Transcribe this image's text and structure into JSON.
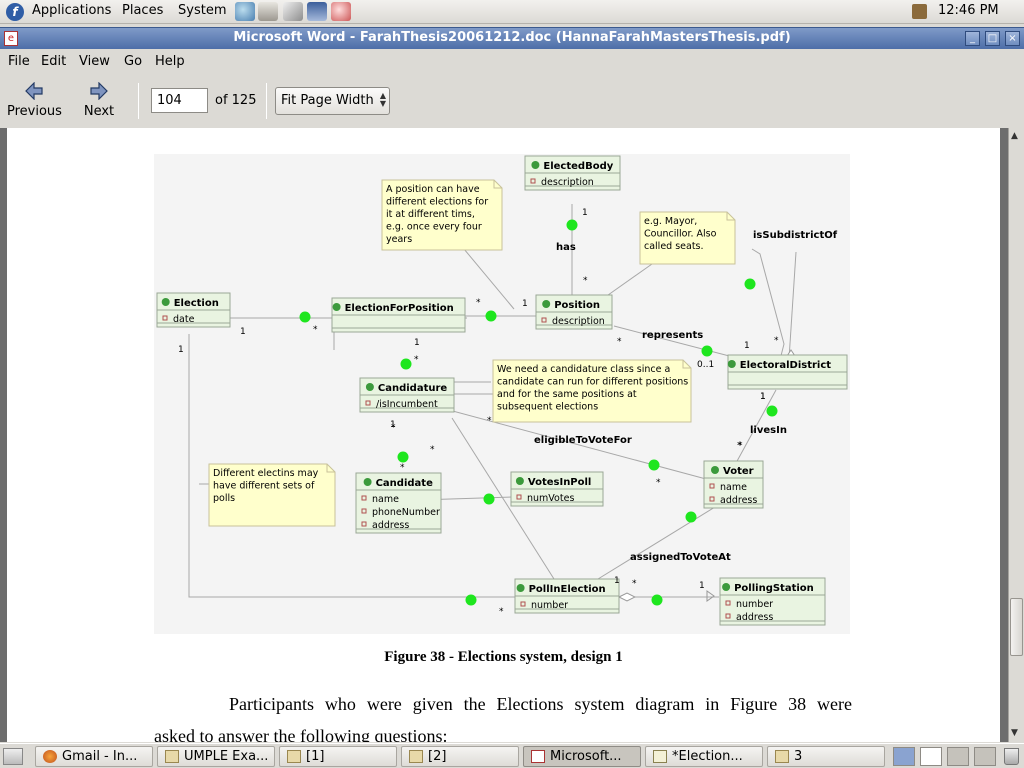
{
  "top_panel": {
    "menus": [
      "Applications",
      "Places",
      "System"
    ],
    "launchers": [
      "network-icon",
      "file-manager-icon",
      "editor-icon",
      "terminal-icon",
      "web-browser-icon"
    ],
    "clock": "12:46 PM"
  },
  "window": {
    "title": "Microsoft Word - FarahThesis20061212.doc (HannaFarahMastersThesis.pdf)",
    "controls": [
      "minimize",
      "maximize",
      "close"
    ]
  },
  "menubar": [
    "File",
    "Edit",
    "View",
    "Go",
    "Help"
  ],
  "toolbar": {
    "previous_label": "Previous",
    "next_label": "Next",
    "page_value": "104",
    "page_total": "of 125",
    "zoom_value": "Fit Page Width"
  },
  "diagram": {
    "classes": [
      {
        "name": "ElectedBody",
        "attrs": [
          "description"
        ]
      },
      {
        "name": "Election",
        "attrs": [
          "date"
        ]
      },
      {
        "name": "ElectionForPosition",
        "attrs": []
      },
      {
        "name": "Position",
        "attrs": [
          "description"
        ]
      },
      {
        "name": "ElectoralDistrict",
        "attrs": []
      },
      {
        "name": "Candidature",
        "attrs": [
          "/isIncumbent"
        ]
      },
      {
        "name": "Candidate",
        "attrs": [
          "name",
          "phoneNumber",
          "address"
        ]
      },
      {
        "name": "VotesInPoll",
        "attrs": [
          "numVotes"
        ]
      },
      {
        "name": "Voter",
        "attrs": [
          "name",
          "address"
        ]
      },
      {
        "name": "PollInElection",
        "attrs": [
          "number"
        ]
      },
      {
        "name": "PollingStation",
        "attrs": [
          "number",
          "address"
        ]
      }
    ],
    "notes": [
      [
        "A position can have",
        "different elections for",
        "it at different tims,",
        "e.g. once every four",
        "years"
      ],
      [
        "e.g. Mayor,",
        "Councillor. Also",
        "called seats."
      ],
      [
        "We need a candidature class since a",
        "candidate can run for different positions",
        "and for the same positions at",
        "subsequent elections"
      ],
      [
        "Different electins may",
        "have different sets of",
        "polls"
      ]
    ],
    "association_labels": [
      "has",
      "isSubdistrictOf",
      "represents",
      "livesIn",
      "eligibleToVoteFor",
      "assignedToVoteAt"
    ],
    "multiplicities": [
      "1",
      "*",
      "1",
      "*",
      "1",
      "*",
      "1",
      "*",
      "0..1",
      "1",
      "*",
      "1",
      "*",
      "*",
      "1",
      "*",
      "*",
      "*",
      "*",
      "*",
      "1",
      "*",
      "1",
      "*",
      "1",
      "1",
      "*"
    ],
    "caption": "Figure 38 - Elections system, design 1"
  },
  "body_text": {
    "line1": "Participants who were given the Elections system diagram in Figure 38 were",
    "line2": "asked to answer the following questions:"
  },
  "taskbar": {
    "tasks": [
      "Gmail - In...",
      "UMPLE Exa...",
      "[1]",
      "[2]",
      "Microsoft...",
      "*Election...",
      "3"
    ]
  },
  "colors": {
    "titlebar": "#5f7eb6",
    "class_fill": "#e9f4e1",
    "note_fill": "#ffffcc",
    "dot": "#1ee61e"
  }
}
